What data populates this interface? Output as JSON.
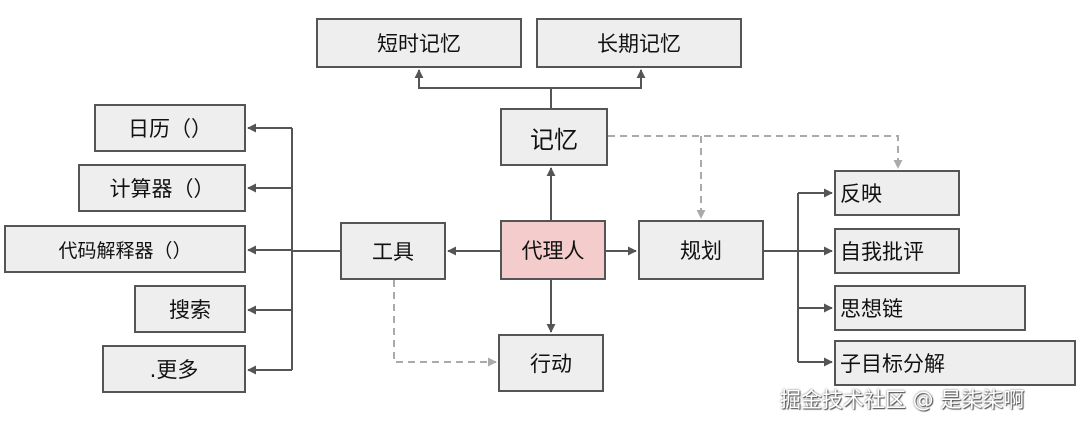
{
  "nodes": {
    "agent": "代理人",
    "memory": "记忆",
    "short_term_memory": "短时记忆",
    "long_term_memory": "长期记忆",
    "tools": "工具",
    "calendar": "日历（）",
    "calculator": "计算器（）",
    "code_interpreter": "代码解释器（）",
    "search": "搜索",
    "more": ".更多",
    "planning": "规划",
    "reflection": "反映",
    "self_critique": "自我批评",
    "chain_of_thought": "思想链",
    "subgoal_decomposition": "子目标分解",
    "action": "行动"
  },
  "watermark": "掘金技术社区 @ 是柒柒啊",
  "colors": {
    "box_fill": "#eeeeee",
    "center_fill": "#f4cccc",
    "line": "#555555",
    "dashed_line": "#aaaaaa"
  }
}
